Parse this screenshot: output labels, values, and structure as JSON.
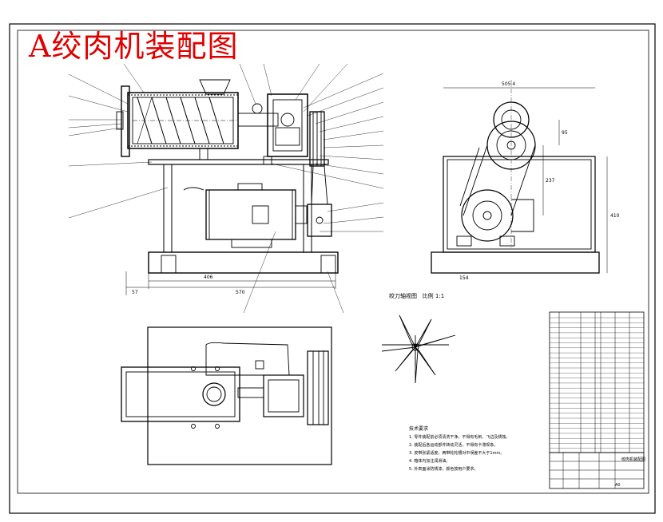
{
  "title": "A绞肉机装配图",
  "section_label": "绞刀轴视图",
  "scale_label": "比例 1:1",
  "dimensions": {
    "front_width": "406",
    "front_total": "570",
    "front_offset": "57",
    "side_width": "505.4",
    "side_height": "410",
    "side_offset": "154",
    "pulley_center": "95",
    "motor_center": "237"
  },
  "notes_title": "技术要求",
  "notes": [
    "1. 零件装配前必须清洗干净，不得有毛刺、飞边及锈蚀。",
    "2. 装配后各运动部件转动灵活，不得有卡滞现象。",
    "3. 皮带张紧适度，两带轮轮槽对中误差不大于1mm。",
    "4. 箱体内加注润滑油。",
    "5. 外表面涂防锈漆，颜色按用户要求。"
  ],
  "title_block": {
    "drawing_name": "绞肉机装配图",
    "sheet": "A0"
  },
  "colors": {
    "title": "#e00000",
    "line": "#000000"
  }
}
